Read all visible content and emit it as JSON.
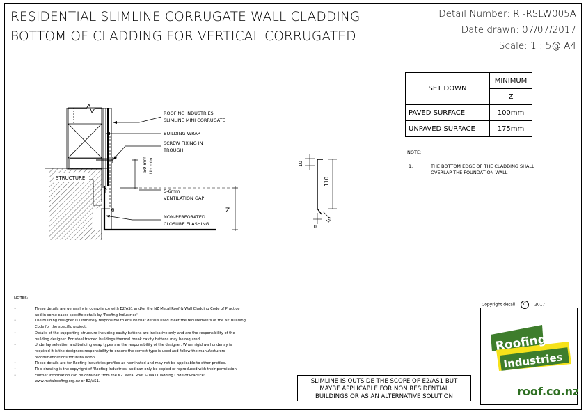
{
  "title": {
    "line1": "RESIDENTIAL SLIMLINE CORRUGATE WALL CLADDING",
    "line2": "BOTTOM OF CLADDING FOR VERTICAL CORRUGATED"
  },
  "meta": {
    "detail_number": "Detail Number:  RI-RSLW005A",
    "date_drawn": "Date drawn:  07/07/2017",
    "scale": "Scale:    1 : 5@ A4"
  },
  "setdown_table": {
    "header_left": "SET DOWN",
    "header_right_top": "MINIMUM",
    "header_right_bottom": "Z",
    "rows": [
      {
        "label": "PAVED SURFACE",
        "value": "100mm"
      },
      {
        "label": "UNPAVED SURFACE",
        "value": "175mm"
      }
    ]
  },
  "note_right": {
    "heading": "NOTE:",
    "number": "1.",
    "text_line1": "THE BOTTOM EDGE OF THE CLADDING SHALL",
    "text_line2": "OVERLAP THE FOUNDATION WALL"
  },
  "drawing_labels": {
    "roofing1": "ROOFING INDUSTRIES",
    "roofing2": "SLIMLINE MINI CORRUGATE",
    "wrap": "BUILDING WRAP",
    "screw1": "SCREW FIXING IN",
    "screw2": "TROUGH",
    "gap1": "5-6mm",
    "gap2": "VENTILATION GAP",
    "flash1": "NON-PERFORATED",
    "flash2": "CLOSURE FLASHING",
    "structure": "STRUCTURE",
    "dim_z": "Z",
    "dim_6": "6",
    "dim_50": "50 mm",
    "dim_50b": "Up min.",
    "prof_10a": "10",
    "prof_110": "110",
    "prof_10b": "10",
    "prof_10c": "10"
  },
  "notes": {
    "heading": "NOTES:",
    "items": [
      [
        "These details are generally in compliance with E2/AS1 and/or the NZ Metal Roof & Wall Cladding Code of Practice",
        "and in some cases specific details by 'Roofing Industries'."
      ],
      [
        "The building designer is ultimately responsible to ensure that details used meet the requirements of the NZ Building",
        "Code for the specific project."
      ],
      [
        "Details of the supporting structure including cavity battens are indicative only and are the responsibility of the",
        "building designer.  For steel framed buildings thermal break cavity battens may be required."
      ],
      [
        "Underlay selection and building wrap types are the responsibility of the designer.  When rigid wall underlay is",
        "required it is the designers responsibility to ensure the correct type is used and follow the manufacturers",
        "recommendations for installation."
      ],
      [
        "These details are for Roofing Industries profiles as nominated and may not be applicable to other profiles."
      ],
      [
        "This drawing is the copyright of 'Roofing Industries' and can only be copied or reproduced with their permission."
      ],
      [
        "Further information can be obtained from the NZ Metal Roof & Wall Cladding Code of Practice:",
        "www.metalroofing.org.nz or E2/AS1."
      ]
    ]
  },
  "copyright": {
    "prefix": "Copyright detail",
    "symbol": "C",
    "year": "2017"
  },
  "scope": {
    "line1": "SLIMLINE IS OUTSIDE THE SCOPE OF E2/AS1 BUT",
    "line2": "MAYBE APPLICABLE FOR NON RESIDENTIAL",
    "line3": "BUILDINGS OR AS AN ALTERNATIVE SOLUTION"
  },
  "logo": {
    "word1": "Roofing",
    "word2": "Industries",
    "url": "roof.co.nz",
    "colors": {
      "green": "#3e7d2c",
      "yellow": "#f6e21a",
      "url_green": "#2e6f22"
    }
  }
}
